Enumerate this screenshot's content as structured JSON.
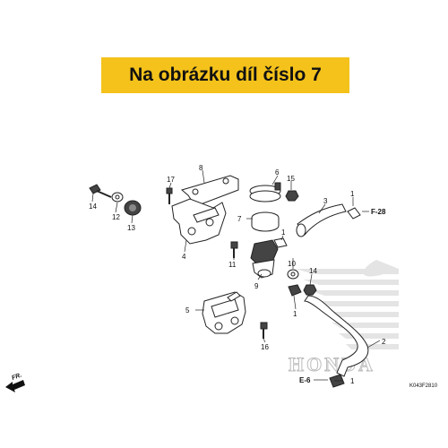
{
  "banner": {
    "text": "Na obrázku díl číslo 7"
  },
  "watermark": {
    "text": "HONDA"
  },
  "diagram_code": "K043F2810",
  "references": {
    "f28": "F-28",
    "e6": "E-6",
    "fr": "FR."
  },
  "callouts": {
    "c1a": "1",
    "c1b": "1",
    "c1c": "1",
    "c1d": "1",
    "c2": "2",
    "c3": "3",
    "c4": "4",
    "c5": "5",
    "c6": "6",
    "c7": "7",
    "c8": "8",
    "c9": "9",
    "c10": "10",
    "c11": "11",
    "c12": "12",
    "c13": "13",
    "c14a": "14",
    "c14b": "14",
    "c15": "15",
    "c16": "16",
    "c17": "17"
  },
  "colors": {
    "banner_bg": "#f4c21b",
    "watermark": "#c8c8c8",
    "line": "#222222"
  }
}
